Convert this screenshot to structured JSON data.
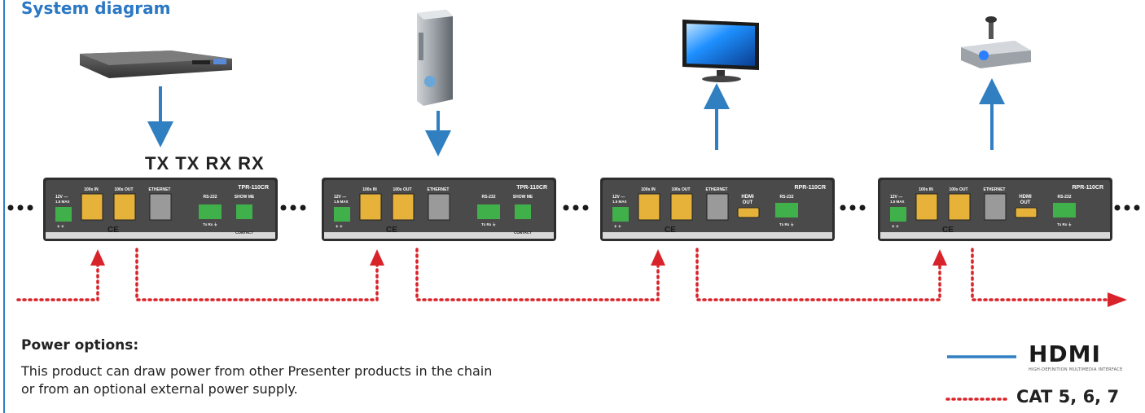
{
  "title": "System diagram",
  "txrx_label": "TX TX RX RX",
  "units": [
    {
      "model": "TPR-110CR",
      "power": "12V ---",
      "power_sub": "1.5 MAX",
      "port1": "100s IN",
      "port2": "100s OUT",
      "port3": "ETHERNET",
      "port4": "RS-232",
      "port5": "SHOW ME",
      "rs_sub": "Tx Rx ⏚",
      "contact": "CONTACT",
      "ce": "CE",
      "pm": "+ +"
    },
    {
      "model": "TPR-110CR",
      "power": "12V ---",
      "power_sub": "1.5 MAX",
      "port1": "100s IN",
      "port2": "100s OUT",
      "port3": "ETHERNET",
      "port4": "RS-232",
      "port5": "SHOW ME",
      "rs_sub": "Tx Rx ⏚",
      "contact": "CONTACT",
      "ce": "CE",
      "pm": "+ +"
    },
    {
      "model": "RPR-110CR",
      "power": "12V ---",
      "power_sub": "1.5 MAX",
      "port1": "100s IN",
      "port2": "100s OUT",
      "port3": "ETHERNET",
      "port4": "HDMI",
      "port4b": "OUT",
      "port5": "RS-232",
      "rs_sub": "Tx Rx ⏚",
      "ce": "CE",
      "pm": "+ +"
    },
    {
      "model": "RPR-110CR",
      "power": "12V ---",
      "power_sub": "1.5 MAX",
      "port1": "100s IN",
      "port2": "100s OUT",
      "port3": "ETHERNET",
      "port4": "HDMI",
      "port4b": "OUT",
      "port5": "RS-232",
      "rs_sub": "Tx Rx ⏚",
      "ce": "CE",
      "pm": "+ +"
    }
  ],
  "power": {
    "title": "Power options:",
    "line1": "This product can draw power from other Presenter products in the chain",
    "line2": "or from an optional external power supply."
  },
  "legend": {
    "hdmi_logo": "HDMI",
    "hdmi_tagline": "HIGH-DEFINITION MULTIMEDIA INTERFACE",
    "cat_label": "CAT 5, 6, 7"
  },
  "colors": {
    "title": "#2a78c4",
    "hdmi_line": "#2f7fc1",
    "cat_dots": "#d8232a",
    "unit_body": "#4a4a4a",
    "port_yellow": "#e6b23a",
    "connector_green": "#3fb04a"
  },
  "icons": [
    "set-top-box-icon",
    "game-console-icon",
    "tv-icon",
    "projector-icon"
  ]
}
